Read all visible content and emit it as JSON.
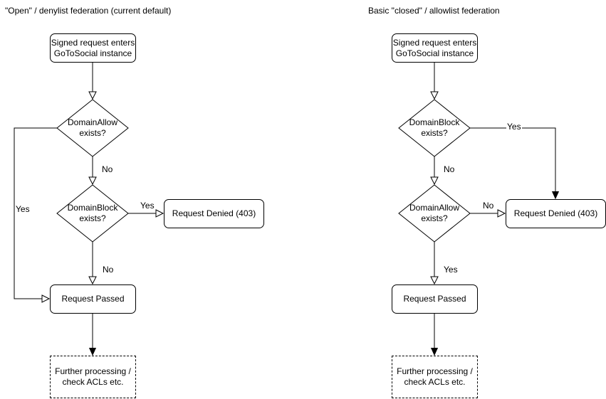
{
  "colors": {
    "stroke": "#000000",
    "text": "#000000",
    "node_fill": "#ffffff",
    "background": "#ffffff"
  },
  "flows": {
    "left": {
      "title": "\"Open\" / denylist federation (current default)",
      "start_line1": "Signed request enters",
      "start_line2": "GoToSocial instance",
      "decision1_line1": "DomainAllow",
      "decision1_line2": "exists?",
      "decision1_down_label": "No",
      "decision1_branch_label": "Yes",
      "decision2_line1": "DomainBlock",
      "decision2_line2": "exists?",
      "decision2_branch_label": "Yes",
      "decision2_down_label": "No",
      "denied": "Request Denied (403)",
      "passed": "Request Passed",
      "further_line1": "Further processing /",
      "further_line2": "check ACLs etc."
    },
    "right": {
      "title": "Basic \"closed\" / allowlist federation",
      "start_line1": "Signed request enters",
      "start_line2": "GoToSocial instance",
      "decision1_line1": "DomainBlock",
      "decision1_line2": "exists?",
      "decision1_down_label": "No",
      "decision1_branch_label": "Yes",
      "decision2_line1": "DomainAllow",
      "decision2_line2": "exists?",
      "decision2_branch_label": "No",
      "decision2_down_label": "Yes",
      "denied": "Request Denied (403)",
      "passed": "Request Passed",
      "further_line1": "Further processing /",
      "further_line2": "check ACLs etc."
    }
  }
}
